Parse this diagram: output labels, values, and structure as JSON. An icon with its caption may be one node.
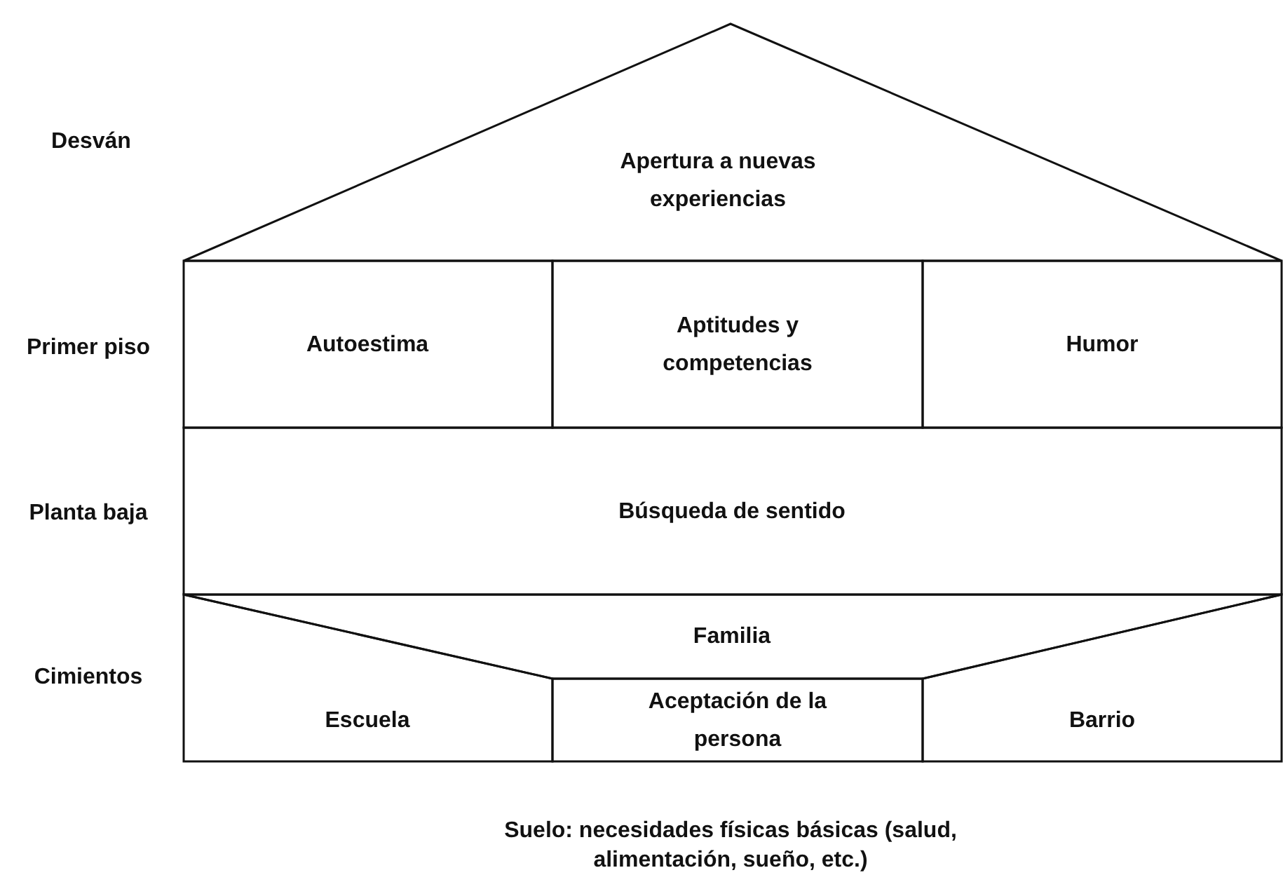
{
  "diagram": {
    "nodes": [
      {
        "text": [
          "Apertura a nuevas experiencias"
        ]
      },
      {
        "text": [
          "Autoestima"
        ]
      },
      {
        "text": [
          "Aptitudes y competencias"
        ]
      },
      {
        "text": [
          "Humor"
        ]
      },
      {
        "text": [
          "Búsqueda de sentido"
        ]
      },
      {
        "text": [
          "Familia"
        ]
      },
      {
        "text": [
          "Escuela"
        ]
      },
      {
        "text": [
          "Aceptación de la persona"
        ]
      },
      {
        "text": [
          "Barrio"
        ]
      }
    ],
    "labels": [
      "Desván",
      "Primer piso",
      "Planta baja",
      "Cimientos",
      "Suelo: necesidades físicas básicas (salud, alimentación, sueño, etc.)"
    ]
  }
}
